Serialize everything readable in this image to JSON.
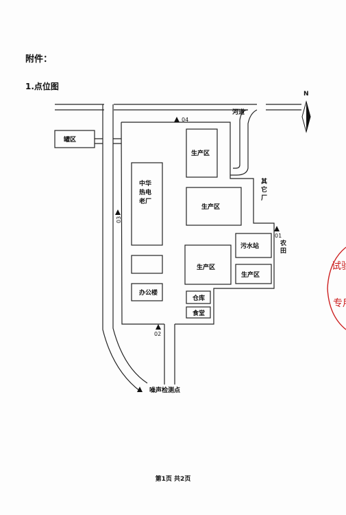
{
  "header": {
    "attachment_label": "附件：",
    "section_title": "1.点位图"
  },
  "map": {
    "north": "N",
    "river": "河道",
    "other_factory": "其它厂",
    "farmland": "农田",
    "tank_area": "罐区",
    "old_plant": "中华热电老厂",
    "production_zone": "生产区",
    "sewage_station": "污水站",
    "office": "办公楼",
    "warehouse": "仓库",
    "canteen": "食堂",
    "points": [
      {
        "id": "01"
      },
      {
        "id": "02"
      },
      {
        "id": "03"
      },
      {
        "id": "04"
      }
    ],
    "legend": "噪声检测点"
  },
  "stamp": {
    "line1": "试验",
    "line2": "专用"
  },
  "footer": {
    "page_info": "第1页  共2页"
  }
}
